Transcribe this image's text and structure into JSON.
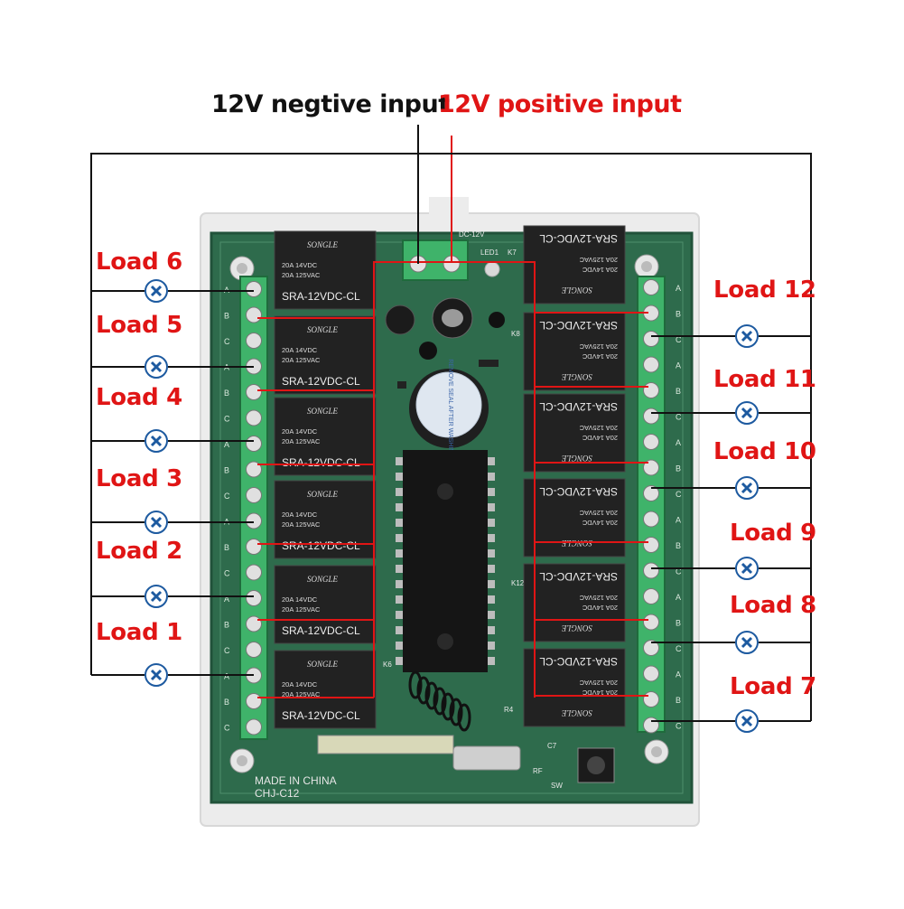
{
  "header": {
    "negative_label": "12V negtive input",
    "positive_label": "12V positive input"
  },
  "loads_left": [
    "Load 6",
    "Load 5",
    "Load 4",
    "Load 3",
    "Load 2",
    "Load 1"
  ],
  "loads_right": [
    "Load 12",
    "Load 11",
    "Load 10",
    "Load 9",
    "Load 8",
    "Load 7"
  ],
  "relay": {
    "brand": "SONGLE",
    "rating_dc": "20A 14VDC",
    "rating_ac": "20A 125VAC",
    "model": "SRA-12VDC-CL"
  },
  "board": {
    "made_in": "MADE IN CHINA",
    "code": "CHJ-C12",
    "buzzer_text": "REMOVE SEAL AFTER WASHING",
    "dc_label": "DC-12V",
    "led_label": "LED1",
    "k7": "K7",
    "k8": "K8",
    "k6": "K6",
    "k12": "K12",
    "r4": "R4",
    "c7": "C7",
    "rf": "RF",
    "sw": "SW"
  },
  "terminal_letters": [
    "A",
    "B",
    "C"
  ],
  "colors": {
    "wire": "#111111",
    "accent_red": "#e01515",
    "pcb": "#2e6b4c",
    "terminal": "#3fb36a",
    "relay": "#222222",
    "connector_ring": "#1d5aa0"
  }
}
